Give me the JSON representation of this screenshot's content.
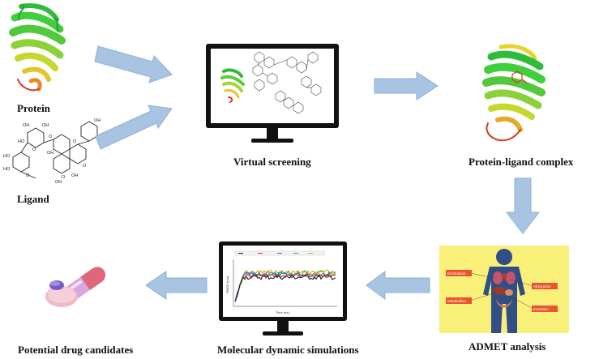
{
  "labels": {
    "protein": "Protein",
    "ligand": "Ligand",
    "virtual_screening": "Virtual screening",
    "complex": "Protein-ligand complex",
    "admet": "ADMET analysis",
    "md": "Molecular dynamic simulations",
    "drug": "Potential drug candidates"
  },
  "ligand_atoms": [
    "OH",
    "OH",
    "HO",
    "OH",
    "OH",
    "HO",
    "HO",
    "OH",
    "O",
    "O",
    "O",
    "O",
    "O",
    "O",
    "OH"
  ],
  "admet_organs": [
    "Distribution",
    "Absorption",
    "Metabolism",
    "Excretion"
  ],
  "md_axis": {
    "x": "Time (ns)",
    "y": "RMSD (nm)"
  },
  "colors": {
    "arrow": "#a8c4e2",
    "arrow_stroke": "#8eb0d6",
    "admet_bg": "#f9f07a",
    "organ_box": "#e8552e",
    "helix_green": "#2ebd3a",
    "helix_yellow": "#e4d52a",
    "helix_red": "#d93a25"
  },
  "icons": [
    "protein-ribbon-icon",
    "ligand-structure-icon",
    "monitor-icon",
    "complex-ribbon-icon",
    "human-body-icon",
    "pill-capsules-icon"
  ]
}
